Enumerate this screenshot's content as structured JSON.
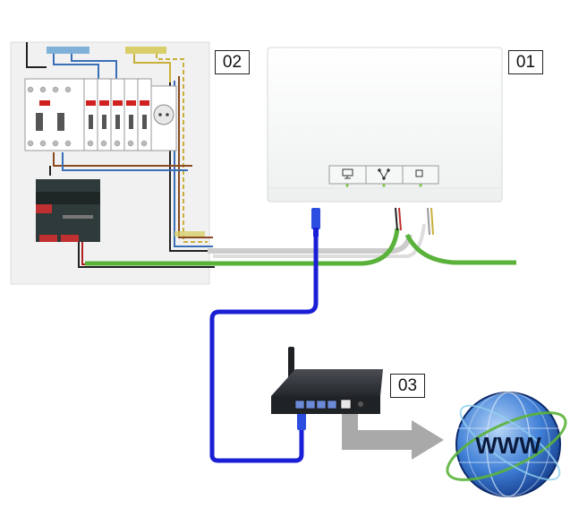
{
  "callouts": {
    "gateway": "01",
    "distribution_board": "02",
    "router": "03"
  },
  "globe": {
    "text": "WWW"
  },
  "colors": {
    "lan_cable": "#1a1fd6",
    "bus_cable": "#5ab23a",
    "arrow": "#a9a9a9",
    "panel_bg": "#f3f3f3",
    "device_body": "#fbfbfb",
    "router_body": "#2c2f33",
    "globe_dark": "#0d2f7c",
    "globe_light": "#7fb2ec"
  },
  "icons": {
    "gateway_buttons": [
      "monitor-icon",
      "network-icon",
      "square-icon"
    ]
  }
}
